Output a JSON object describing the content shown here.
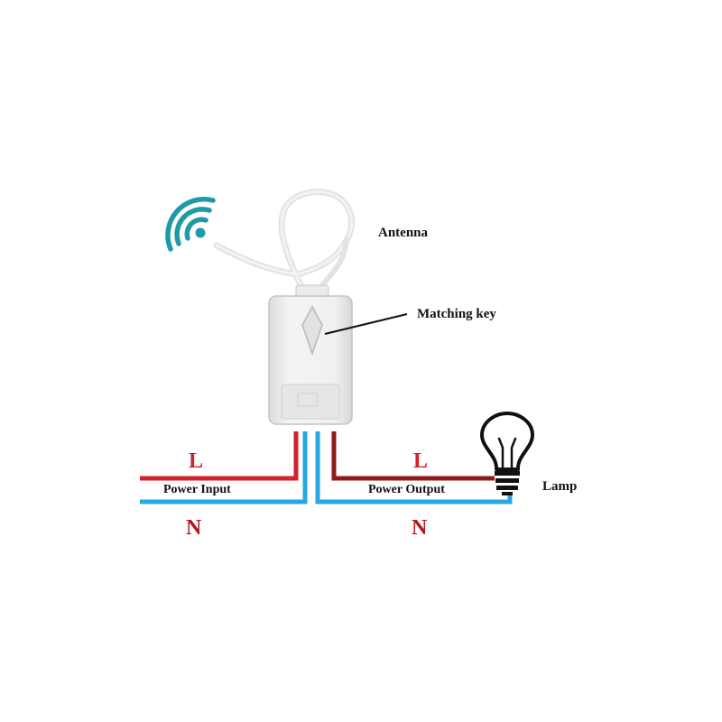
{
  "labels": {
    "antenna": "Antenna",
    "matching_key": "Matching key",
    "power_input": "Power Input",
    "power_output": "Power Output",
    "lamp": "Lamp",
    "live_in": "L",
    "neutral_in": "N",
    "live_out": "L",
    "neutral_out": "N"
  },
  "colors": {
    "live_in_wire": "#d2202c",
    "live_out_wire": "#8e1a1a",
    "neutral_wire": "#29a7e1",
    "live_text": "#d2202c",
    "neutral_text": "#b3161c",
    "wifi_icon": "#1e9aa8",
    "receiver_body": "#f1f1f1",
    "antenna_cable": "#e3e3e3"
  },
  "icons": [
    "wifi-signal-icon",
    "lamp-bulb-icon"
  ]
}
